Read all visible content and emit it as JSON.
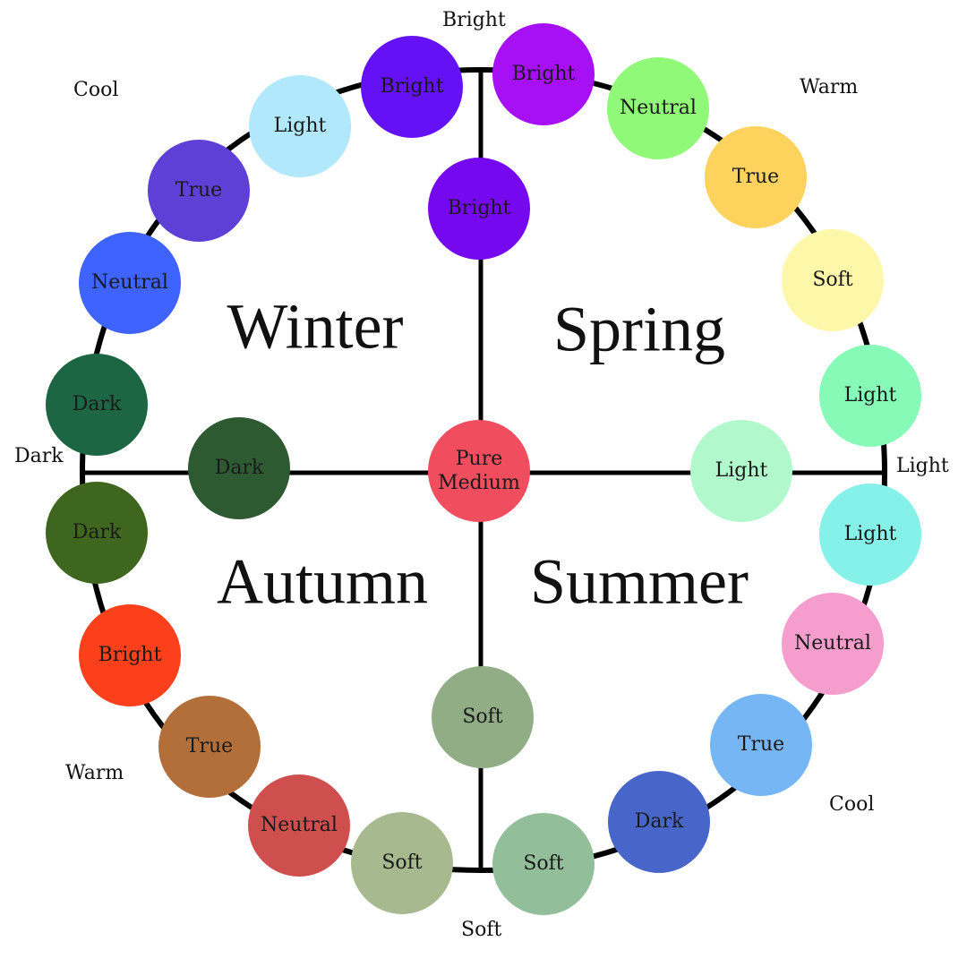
{
  "seasons": {
    "winter": "Winter",
    "spring": "Spring",
    "autumn": "Autumn",
    "summer": "Summer"
  },
  "edge_labels": {
    "top": "Bright",
    "bottom": "Soft",
    "left": "Dark",
    "right": "Light",
    "top_left": "Cool",
    "top_right": "Warm",
    "bottom_left": "Warm",
    "bottom_right": "Cool"
  },
  "center": {
    "line1": "Pure",
    "line2": "Medium",
    "color": "#f04d5f"
  },
  "inner_nodes": {
    "top": {
      "label": "Bright",
      "color": "#7608f0"
    },
    "left": {
      "label": "Dark",
      "color": "#2e5a32"
    },
    "right": {
      "label": "Light",
      "color": "#b1f9cd"
    },
    "bottom": {
      "label": "Soft",
      "color": "#90ad86"
    }
  },
  "ring": {
    "winter": [
      {
        "label": "Dark",
        "color": "#1d6643"
      },
      {
        "label": "Neutral",
        "color": "#3f63ff"
      },
      {
        "label": "True",
        "color": "#5f40d6"
      },
      {
        "label": "Light",
        "color": "#b1e8fb"
      },
      {
        "label": "Bright",
        "color": "#6412f5"
      }
    ],
    "spring": [
      {
        "label": "Bright",
        "color": "#a70ff5"
      },
      {
        "label": "Neutral",
        "color": "#90fa78"
      },
      {
        "label": "True",
        "color": "#fdd35e"
      },
      {
        "label": "Soft",
        "color": "#fdf7a9"
      },
      {
        "label": "Light",
        "color": "#87fab7"
      }
    ],
    "summer": [
      {
        "label": "Light",
        "color": "#86f1e9"
      },
      {
        "label": "Neutral",
        "color": "#f59dcc"
      },
      {
        "label": "True",
        "color": "#77b6f5"
      },
      {
        "label": "Dark",
        "color": "#4866c9"
      },
      {
        "label": "Soft",
        "color": "#93be9a"
      }
    ],
    "autumn": [
      {
        "label": "Dark",
        "color": "#3f661f"
      },
      {
        "label": "Bright",
        "color": "#fc401c"
      },
      {
        "label": "True",
        "color": "#b36f3a"
      },
      {
        "label": "Neutral",
        "color": "#cf4e4e"
      },
      {
        "label": "Soft",
        "color": "#a7ba8f"
      }
    ]
  }
}
